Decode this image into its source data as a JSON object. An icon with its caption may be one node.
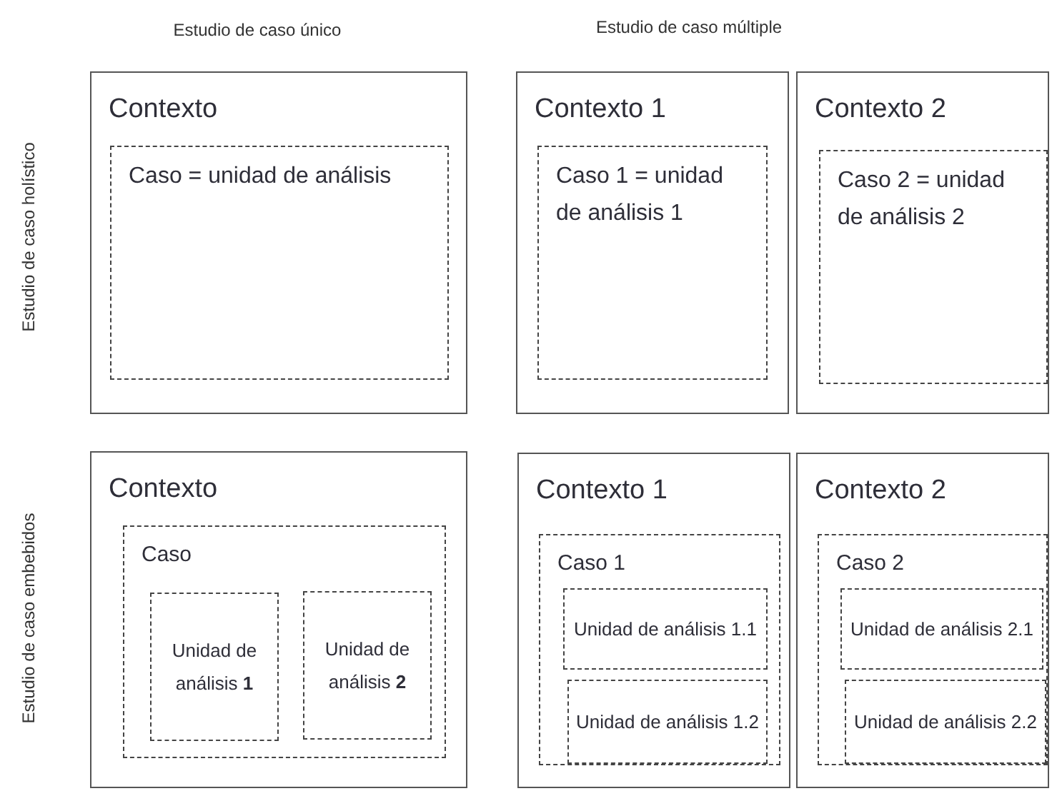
{
  "diagram": {
    "nodes": [
      {
        "text": [
          "Contexto"
        ]
      },
      {
        "text": [
          "Caso = unidad de análisis"
        ],
        "in": 0
      },
      {
        "text": [
          "Contexto 1"
        ]
      },
      {
        "text": [
          "Caso 1 = unidad de análisis 1"
        ],
        "in": 2
      },
      {
        "text": [
          "Contexto 2"
        ]
      },
      {
        "text": [
          "Caso 2 = unidad de análisis 2"
        ],
        "in": 4
      },
      {
        "text": [
          "Contexto"
        ]
      },
      {
        "text": [
          "Caso"
        ],
        "in": 6
      },
      {
        "text": [
          "Unidad de análisis **1**"
        ],
        "in": 7
      },
      {
        "text": [
          "Unidad de análisis **2**"
        ],
        "in": 7
      },
      {
        "text": [
          "Contexto 1"
        ]
      },
      {
        "text": [
          "Caso 1"
        ],
        "in": 10
      },
      {
        "text": [
          "Unidad de análisis 1.1"
        ],
        "in": 11
      },
      {
        "text": [
          "Unidad de análisis 1.2"
        ],
        "in": 11
      },
      {
        "text": [
          "Contexto 2"
        ]
      },
      {
        "text": [
          "Caso 2"
        ],
        "in": 14
      },
      {
        "text": [
          "Unidad de análisis 2.1"
        ],
        "in": 15
      },
      {
        "text": [
          "Unidad de análisis 2.2"
        ],
        "in": 15
      }
    ],
    "labels": [
      "Estudio de caso único",
      "Estudio de caso múltiple",
      "Estudio de caso holístico",
      "Estudio de caso embebidos"
    ]
  }
}
